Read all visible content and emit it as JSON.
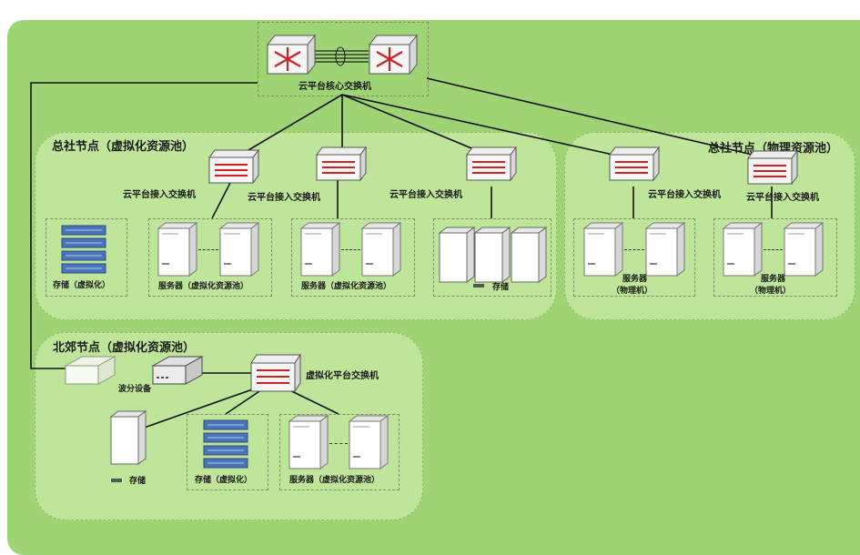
{
  "core": {
    "label": "云平台核心交换机"
  },
  "hq_virtual": {
    "title": "总社节点（虚拟化资源池）",
    "switches": [
      "云平台接入交换机",
      "云平台接入交换机",
      "云平台接入交换机"
    ],
    "storage_label": "存储（虚拟化）",
    "server_label_1": "服务器（虚拟化资源池）",
    "server_label_2": "服务器（虚拟化资源池）",
    "rack_label": "存储"
  },
  "hq_physical": {
    "title": "总社节点（物理资源池）",
    "switches": [
      "云平台接入交换机",
      "云平台接入交换机"
    ],
    "server_label_1_line1": "服务器",
    "server_label_1_line2": "（物理机）",
    "server_label_2_line1": "服务器",
    "server_label_2_line2": "（物理机）"
  },
  "beijiao": {
    "title": "北郊节点（虚拟化资源池）",
    "switch_label": "虚拟化平台交换机",
    "wave_label": "波分设备",
    "rack_label": "存储",
    "storage_label": "存储（虚拟化）",
    "server_label": "服务器（虚拟化资源池）"
  },
  "icons": [
    "switch-icon",
    "storage-array-icon",
    "server-tower-icon",
    "rack-cabinet-icon",
    "wdm-device-icon"
  ]
}
